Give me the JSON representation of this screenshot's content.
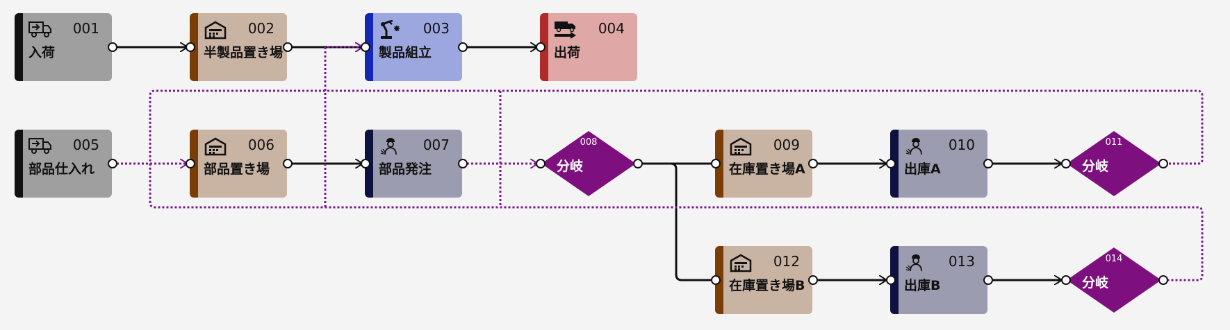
{
  "colors": {
    "receiving_bar": "#111111",
    "receiving_fill": "#9f9f9f",
    "storage_bar": "#7a3d06",
    "storage_fill": "#c9b3a3",
    "assembly_bar": "#1428b8",
    "assembly_fill": "#9ca7e0",
    "shipping_bar": "#b02a2a",
    "shipping_fill": "#e0a7a7",
    "worker_bar": "#0e1240",
    "worker_fill": "#9c9cb0",
    "branch_fill": "#7e0f7e",
    "flow_line": "#111111",
    "dotted_line": "#7a1a8e"
  },
  "nodes": [
    {
      "id": "001",
      "label": "入荷",
      "kind": "receiving",
      "icon": "truck-icon"
    },
    {
      "id": "002",
      "label": "半製品置き場",
      "kind": "storage",
      "icon": "warehouse-icon"
    },
    {
      "id": "003",
      "label": "製品組立",
      "kind": "assembly",
      "icon": "robot-arm-icon"
    },
    {
      "id": "004",
      "label": "出荷",
      "kind": "shipping",
      "icon": "shipping-truck-icon"
    },
    {
      "id": "005",
      "label": "部品仕入れ",
      "kind": "receiving",
      "icon": "truck-icon"
    },
    {
      "id": "006",
      "label": "部品置き場",
      "kind": "storage",
      "icon": "warehouse-icon"
    },
    {
      "id": "007",
      "label": "部品発注",
      "kind": "worker",
      "icon": "worker-icon"
    },
    {
      "id": "008",
      "label": "分岐",
      "kind": "branch",
      "icon": ""
    },
    {
      "id": "009",
      "label": "在庫置き場A",
      "kind": "storage",
      "icon": "warehouse-icon"
    },
    {
      "id": "010",
      "label": "出庫A",
      "kind": "worker",
      "icon": "worker-icon"
    },
    {
      "id": "011",
      "label": "分岐",
      "kind": "branch",
      "icon": ""
    },
    {
      "id": "012",
      "label": "在庫置き場B",
      "kind": "storage",
      "icon": "warehouse-icon"
    },
    {
      "id": "013",
      "label": "出庫B",
      "kind": "worker",
      "icon": "worker-icon"
    },
    {
      "id": "014",
      "label": "分岐",
      "kind": "branch",
      "icon": ""
    }
  ],
  "edges": [
    {
      "from": "001",
      "to": "002",
      "style": "solid"
    },
    {
      "from": "002",
      "to": "003",
      "style": "solid"
    },
    {
      "from": "003",
      "to": "004",
      "style": "solid"
    },
    {
      "from": "005",
      "to": "006",
      "style": "dotted"
    },
    {
      "from": "006",
      "to": "007",
      "style": "solid"
    },
    {
      "from": "007",
      "to": "008",
      "style": "dotted"
    },
    {
      "from": "008",
      "to": "009",
      "style": "solid"
    },
    {
      "from": "008",
      "to": "012",
      "style": "solid"
    },
    {
      "from": "009",
      "to": "010",
      "style": "solid"
    },
    {
      "from": "010",
      "to": "011",
      "style": "solid"
    },
    {
      "from": "012",
      "to": "013",
      "style": "solid"
    },
    {
      "from": "013",
      "to": "014",
      "style": "solid"
    },
    {
      "from": "011",
      "to": "006",
      "style": "dotted"
    },
    {
      "from": "014",
      "to": "003",
      "style": "dotted"
    }
  ]
}
